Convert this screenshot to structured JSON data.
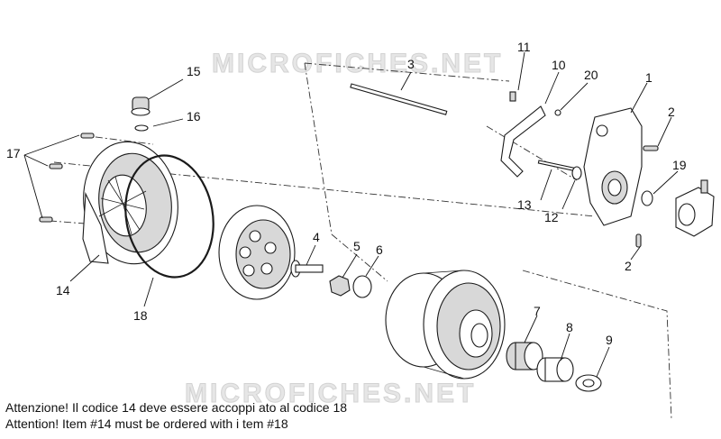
{
  "watermark": "MICROFICHES.NET",
  "callouts": {
    "c1": "1",
    "c2a": "2",
    "c2b": "2",
    "c3": "3",
    "c4": "4",
    "c5": "5",
    "c6": "6",
    "c7": "7",
    "c8": "8",
    "c9": "9",
    "c10": "10",
    "c11": "11",
    "c12": "12",
    "c13": "13",
    "c14": "14",
    "c15": "15",
    "c16": "16",
    "c17": "17",
    "c18": "18",
    "c19": "19",
    "c20": "20"
  },
  "notes": {
    "italian": "Attenzione! Il codice 14 deve essere accoppi ato al codice 18",
    "english": "Attention! Item #14 must be ordered with i tem #18"
  }
}
